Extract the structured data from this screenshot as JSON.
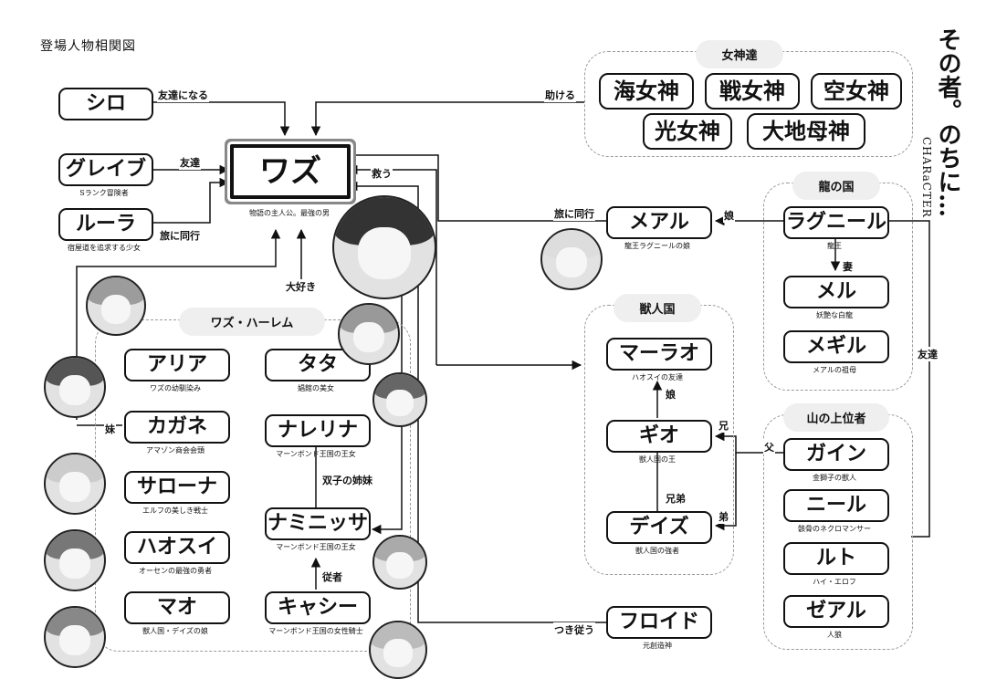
{
  "page_title": "登場人物相関図",
  "series_title": "その者。のちに…",
  "series_subtitle": "CHARaCTER",
  "groups": {
    "goddesses": "女神達",
    "dragon_country": "龍の国",
    "beast_country": "獣人国",
    "mountain_elite": "山の上位者",
    "harem": "ワズ・ハーレム"
  },
  "nodes": {
    "waz": {
      "name": "ワズ",
      "desc": "物語の主人公。最強の男"
    },
    "shiro": {
      "name": "シロ",
      "desc": ""
    },
    "grave": {
      "name": "グレイブ",
      "desc": "Sランク冒険者"
    },
    "lura": {
      "name": "ルーラ",
      "desc": "宿屋道を追求する少女"
    },
    "sea_goddess": {
      "name": "海女神"
    },
    "war_goddess": {
      "name": "戦女神"
    },
    "sky_goddess": {
      "name": "空女神"
    },
    "light_goddess": {
      "name": "光女神"
    },
    "earth_mother": {
      "name": "大地母神"
    },
    "meal": {
      "name": "メアル",
      "desc": "龍王ラグニールの娘"
    },
    "ragnir": {
      "name": "ラグニール",
      "desc": "龍王"
    },
    "mel": {
      "name": "メル",
      "desc": "妖艶な白龍"
    },
    "megiru": {
      "name": "メギル",
      "desc": "メアルの祖母"
    },
    "maraoh": {
      "name": "マーラオ",
      "desc": "ハオスイの友達"
    },
    "gio": {
      "name": "ギオ",
      "desc": "獣人国の王"
    },
    "deiz": {
      "name": "デイズ",
      "desc": "獣人国の強者"
    },
    "gain": {
      "name": "ガイン",
      "desc": "金獅子の獣人"
    },
    "nil": {
      "name": "ニール",
      "desc": "骸骨のネクロマンサー"
    },
    "ruto": {
      "name": "ルト",
      "desc": "ハイ・エロフ"
    },
    "zeal": {
      "name": "ゼアル",
      "desc": "人狼"
    },
    "floyd": {
      "name": "フロイド",
      "desc": "元創造神"
    },
    "aria": {
      "name": "アリア",
      "desc": "ワズの幼馴染み"
    },
    "kagane": {
      "name": "カガネ",
      "desc": "アマゾン商会会頭"
    },
    "sarona": {
      "name": "サローナ",
      "desc": "エルフの美しき戦士"
    },
    "haosui": {
      "name": "ハオスイ",
      "desc": "オーセンの最強の勇者"
    },
    "mao": {
      "name": "マオ",
      "desc": "獣人国・デイズの娘"
    },
    "tata": {
      "name": "タタ",
      "desc": "娼館の美女"
    },
    "narelina": {
      "name": "ナレリナ",
      "desc": "マーンボンド王国の王女"
    },
    "namiissa": {
      "name": "ナミニッサ",
      "desc": "マーンボンド王国の王女"
    },
    "kyashi": {
      "name": "キャシー",
      "desc": "マーンボンド王国の女性騎士"
    }
  },
  "relations": {
    "friend_become": "友達になる",
    "friend": "友達",
    "travel": "旅に同行",
    "help": "助ける",
    "save": "救う",
    "love": "大好き",
    "travel2": "旅に同行",
    "daughter": "娘",
    "wife": "妻",
    "friend2": "友達",
    "daughter2": "娘",
    "elder_brother": "兄",
    "brothers": "兄弟",
    "younger_brother": "弟",
    "father": "父",
    "follow": "つき従う",
    "sister": "妹",
    "twins": "双子の姉妹",
    "follower": "従者"
  }
}
